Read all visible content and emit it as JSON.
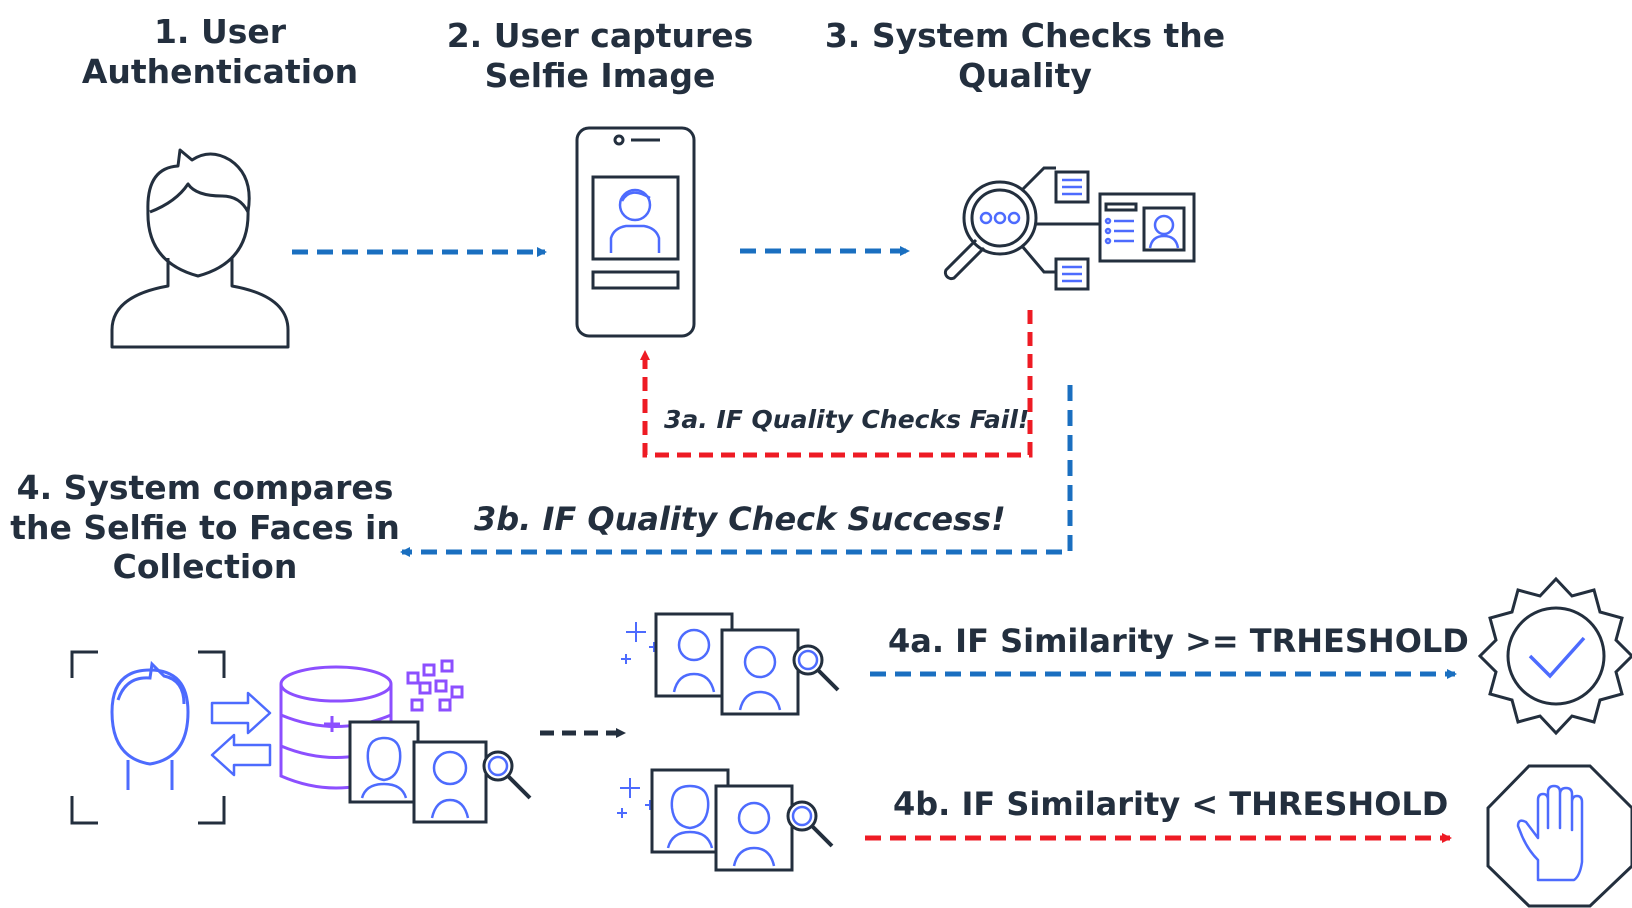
{
  "steps": {
    "step1": {
      "line1": "1. User",
      "line2": "Authentication"
    },
    "step2": {
      "line1": "2. User captures",
      "line2": "Selfie Image"
    },
    "step3": {
      "line1": "3. System Checks the",
      "line2": "Quality"
    },
    "step4": {
      "line1": "4. System compares",
      "line2": "the Selfie to Faces in",
      "line3": "Collection"
    }
  },
  "edges": {
    "fail": "3a. IF Quality Checks Fail!",
    "success": "3b. IF Quality Check Success!",
    "match": "4a. IF Similarity >= TRHESHOLD",
    "nomatch": "4b. IF Similarity < THRESHOLD"
  },
  "colors": {
    "dark": "#232f3e",
    "blue_arrow": "#1a6fc0",
    "red_arrow": "#ee1b24",
    "face_blue": "#4d6bfe",
    "purple": "#8c4fff"
  },
  "icons": [
    "user-icon",
    "phone-selfie-icon",
    "quality-check-icon",
    "face-scan-icon",
    "database-icon",
    "match-approved-icon",
    "stop-hand-icon"
  ]
}
